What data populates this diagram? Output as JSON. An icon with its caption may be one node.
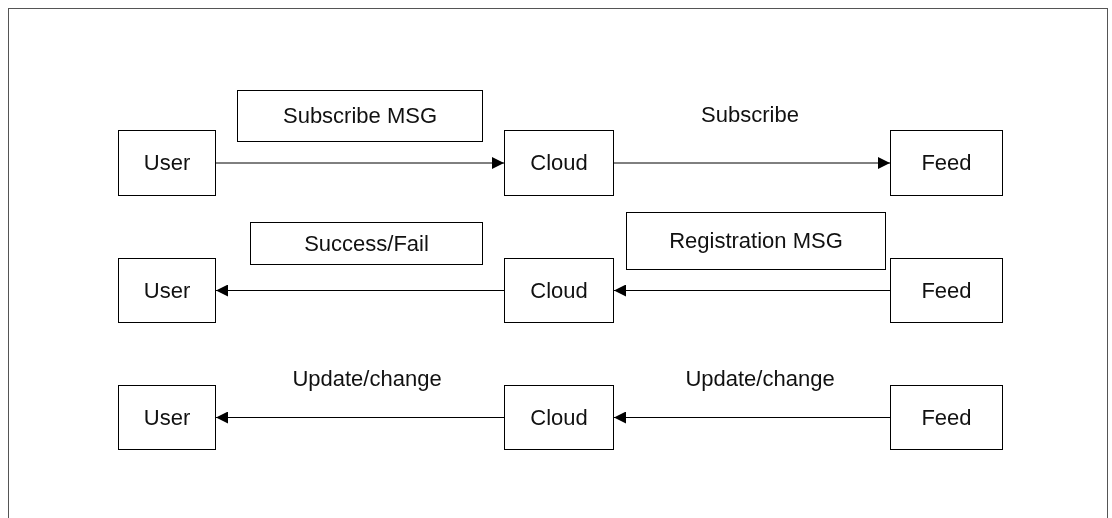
{
  "diagram": {
    "nodes": [
      {
        "text": [
          "Subscribe MSG"
        ]
      },
      {
        "text": [
          "User"
        ]
      },
      {
        "text": [
          "Cloud"
        ]
      },
      {
        "text": [
          "Feed"
        ]
      },
      {
        "text": [
          "Registration MSG"
        ]
      },
      {
        "text": [
          "Success/Fail"
        ]
      },
      {
        "text": [
          "User"
        ]
      },
      {
        "text": [
          "Cloud"
        ]
      },
      {
        "text": [
          "Feed"
        ]
      },
      {
        "text": [
          "User"
        ]
      },
      {
        "text": [
          "Cloud"
        ]
      },
      {
        "text": [
          "Feed"
        ]
      }
    ],
    "edges": [
      {
        "from": 1,
        "to": 2,
        "arrow": "to"
      },
      {
        "from": 2,
        "to": 3,
        "arrow": "to",
        "label": "Subscribe"
      },
      {
        "from": 8,
        "to": 7,
        "arrow": "to"
      },
      {
        "from": 7,
        "to": 6,
        "arrow": "to"
      },
      {
        "from": 11,
        "to": 10,
        "arrow": "to",
        "label": "Update/change"
      },
      {
        "from": 10,
        "to": 9,
        "arrow": "to",
        "label": "Update/change"
      }
    ]
  }
}
